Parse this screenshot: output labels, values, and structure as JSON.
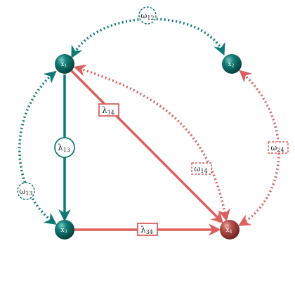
{
  "colors": {
    "teal": "#0e7a74",
    "teal_dark": "#0b4f4c",
    "red": "#d9605e",
    "red_dark": "#9c3d3a"
  },
  "nodes": {
    "x1": {
      "base": "x",
      "sub": "1"
    },
    "x2": {
      "base": "x",
      "sub": "2"
    },
    "x3": {
      "base": "x",
      "sub": "3"
    },
    "x4": {
      "base": "x",
      "sub": "4"
    }
  },
  "labels": {
    "omega12": {
      "base": "ω",
      "sub": "12"
    },
    "omega13": {
      "base": "ω",
      "sub": "13"
    },
    "omega14": {
      "base": "ω",
      "sub": "14"
    },
    "omega24": {
      "base": "ω",
      "sub": "24"
    },
    "lambda13": {
      "base": "λ",
      "sub": "13"
    },
    "lambda14": {
      "base": "λ",
      "sub": "14"
    },
    "lambda34": {
      "base": "λ",
      "sub": "34"
    }
  }
}
